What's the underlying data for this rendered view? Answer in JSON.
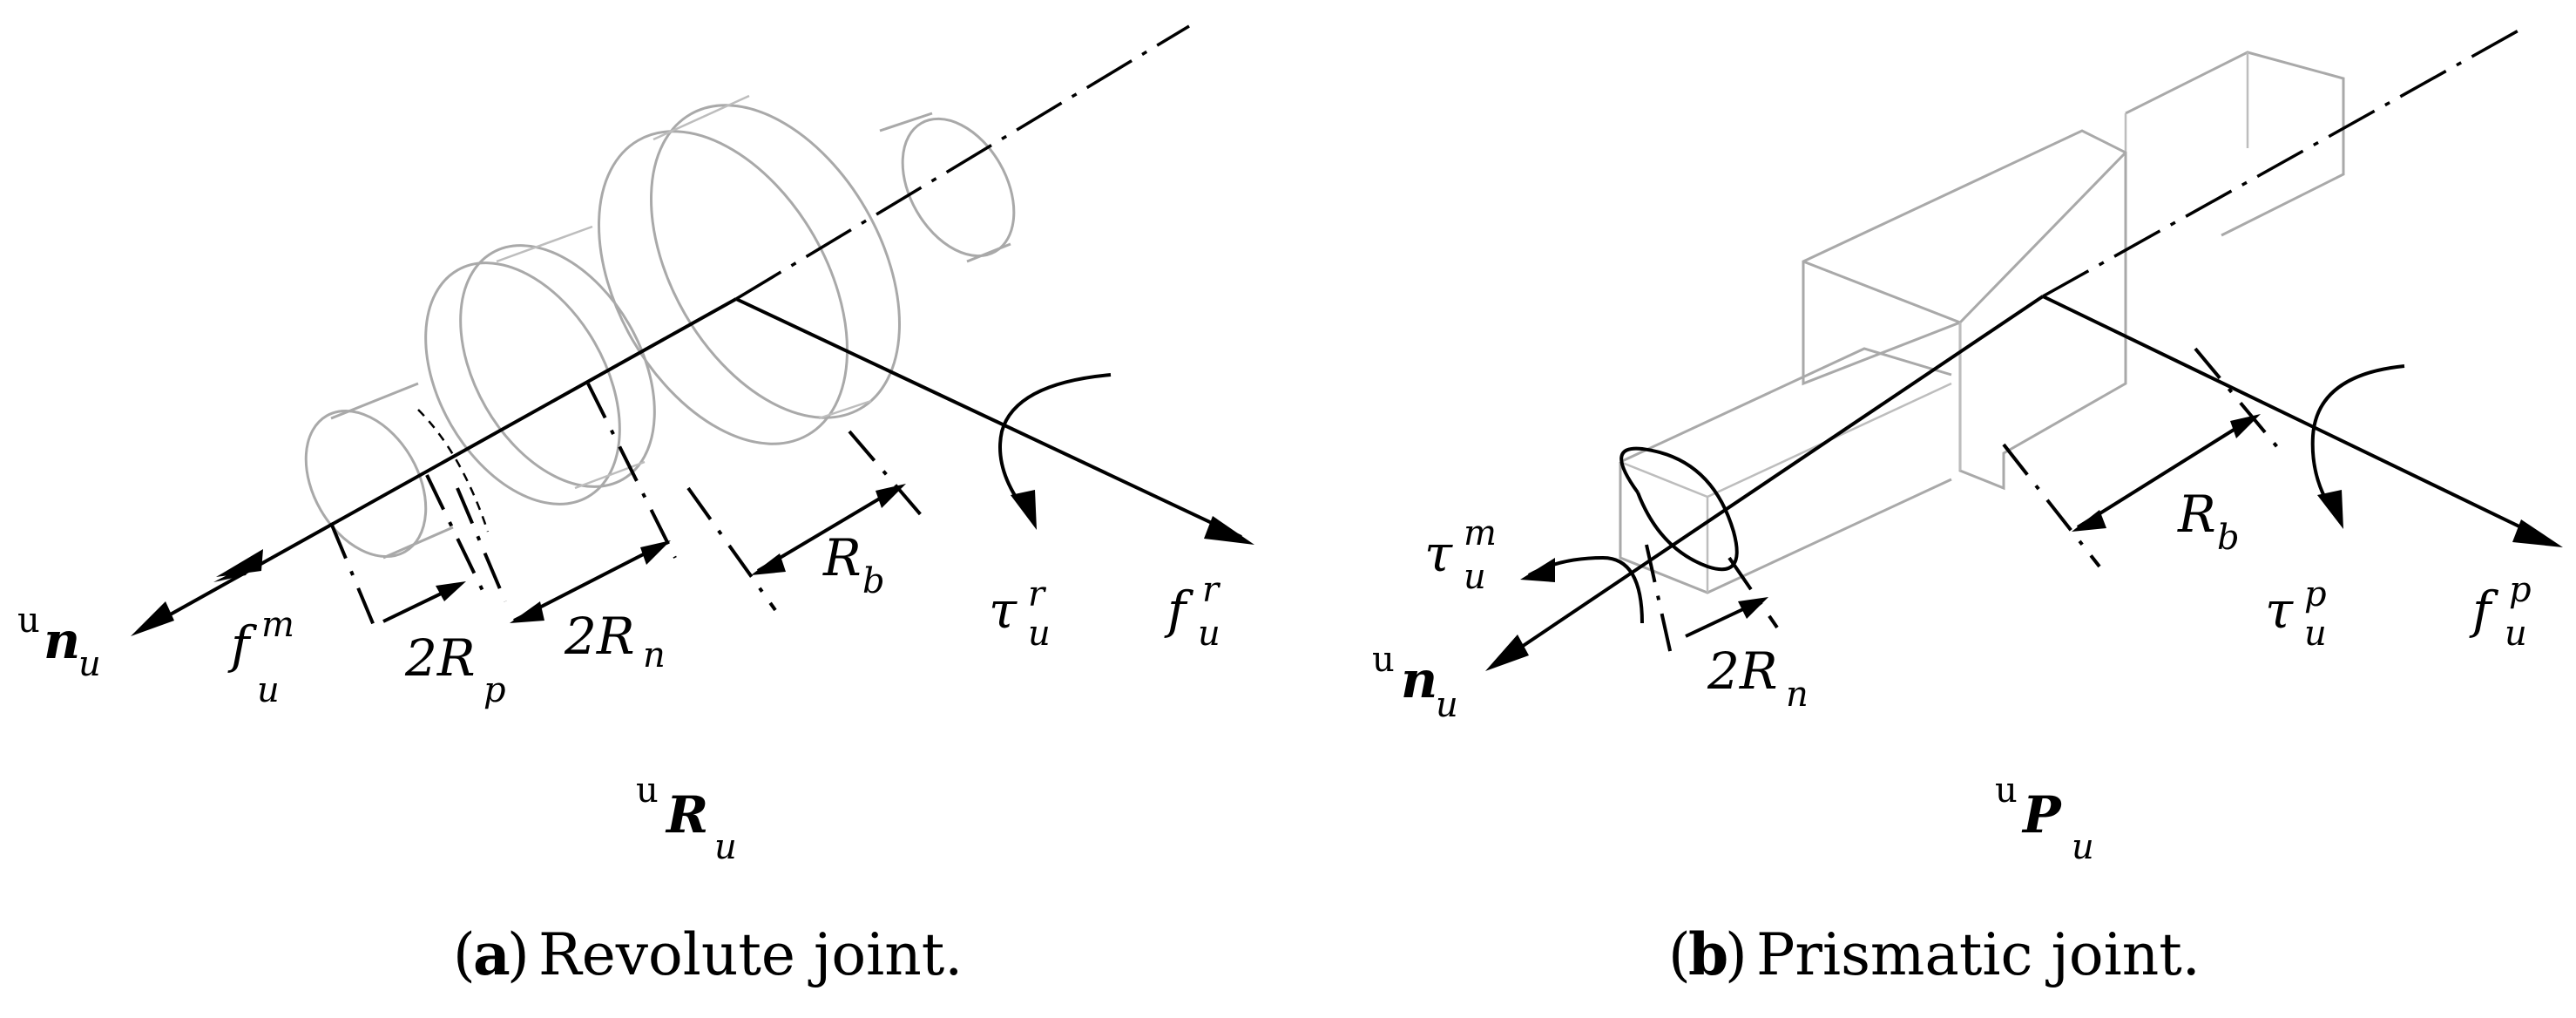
{
  "panel_a": {
    "caption_letter": "a",
    "caption_text": "Revolute joint.",
    "symbol": {
      "pre": "u",
      "main": "R",
      "sub": "u"
    },
    "axis_label": {
      "pre": "u",
      "main": "n",
      "sub": "u"
    },
    "force_m": {
      "main": "f",
      "sup": "m",
      "sub": "u"
    },
    "dim_p": {
      "main": "2R",
      "sub": "p"
    },
    "dim_n": {
      "main": "2R",
      "sub": "n"
    },
    "dim_b": {
      "main": "R",
      "sub": "b"
    },
    "torque_r": {
      "main": "τ",
      "sup": "r",
      "sub": "u"
    },
    "force_r": {
      "main": "f",
      "sup": "r",
      "sub": "u"
    }
  },
  "panel_b": {
    "caption_letter": "b",
    "caption_text": "Prismatic joint.",
    "symbol": {
      "pre": "u",
      "main": "P",
      "sub": "u"
    },
    "axis_label": {
      "pre": "u",
      "main": "n",
      "sub": "u"
    },
    "torque_m": {
      "main": "τ",
      "sup": "m",
      "sub": "u"
    },
    "dim_n": {
      "main": "2R",
      "sub": "n"
    },
    "dim_b": {
      "main": "R",
      "sub": "b"
    },
    "torque_p": {
      "main": "τ",
      "sup": "p",
      "sub": "u"
    },
    "force_p": {
      "main": "f",
      "sup": "p",
      "sub": "u"
    }
  }
}
